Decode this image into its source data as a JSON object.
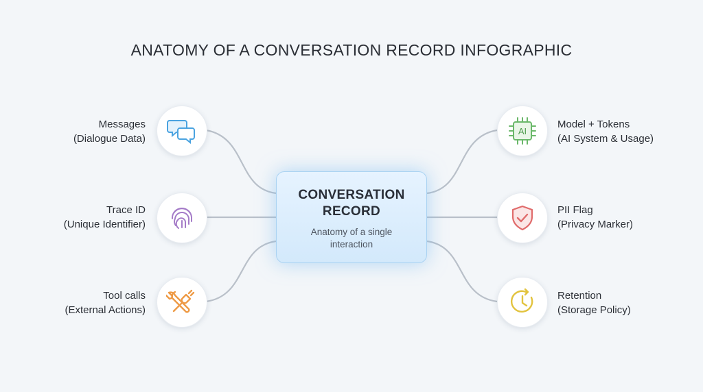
{
  "title": "ANATOMY OF A CONVERSATION RECORD INFOGRAPHIC",
  "center": {
    "title_line1": "CONVERSATION",
    "title_line2": "RECORD",
    "subtitle": "Anatomy of a single interaction"
  },
  "left_nodes": [
    {
      "label": "Messages",
      "sublabel": "(Dialogue Data)",
      "icon": "chat-bubbles-icon",
      "color": "#4aa3e0"
    },
    {
      "label": "Trace ID",
      "sublabel": "(Unique Identifier)",
      "icon": "fingerprint-icon",
      "color": "#a57cc8"
    },
    {
      "label": "Tool calls",
      "sublabel": "(External Actions)",
      "icon": "wrench-plug-icon",
      "color": "#ee9a45"
    }
  ],
  "right_nodes": [
    {
      "label": "Model + Tokens",
      "sublabel": "(AI System & Usage)",
      "icon": "ai-chip-icon",
      "color": "#6bb86a"
    },
    {
      "label": "PII Flag",
      "sublabel": "(Privacy Marker)",
      "icon": "shield-check-icon",
      "color": "#e06b6b"
    },
    {
      "label": "Retention",
      "sublabel": "(Storage Policy)",
      "icon": "clock-icon",
      "color": "#e2c33e"
    }
  ],
  "colors": {
    "background": "#f3f6f9",
    "connector": "#b9c0c9",
    "center_border": "#a9d2f2"
  }
}
